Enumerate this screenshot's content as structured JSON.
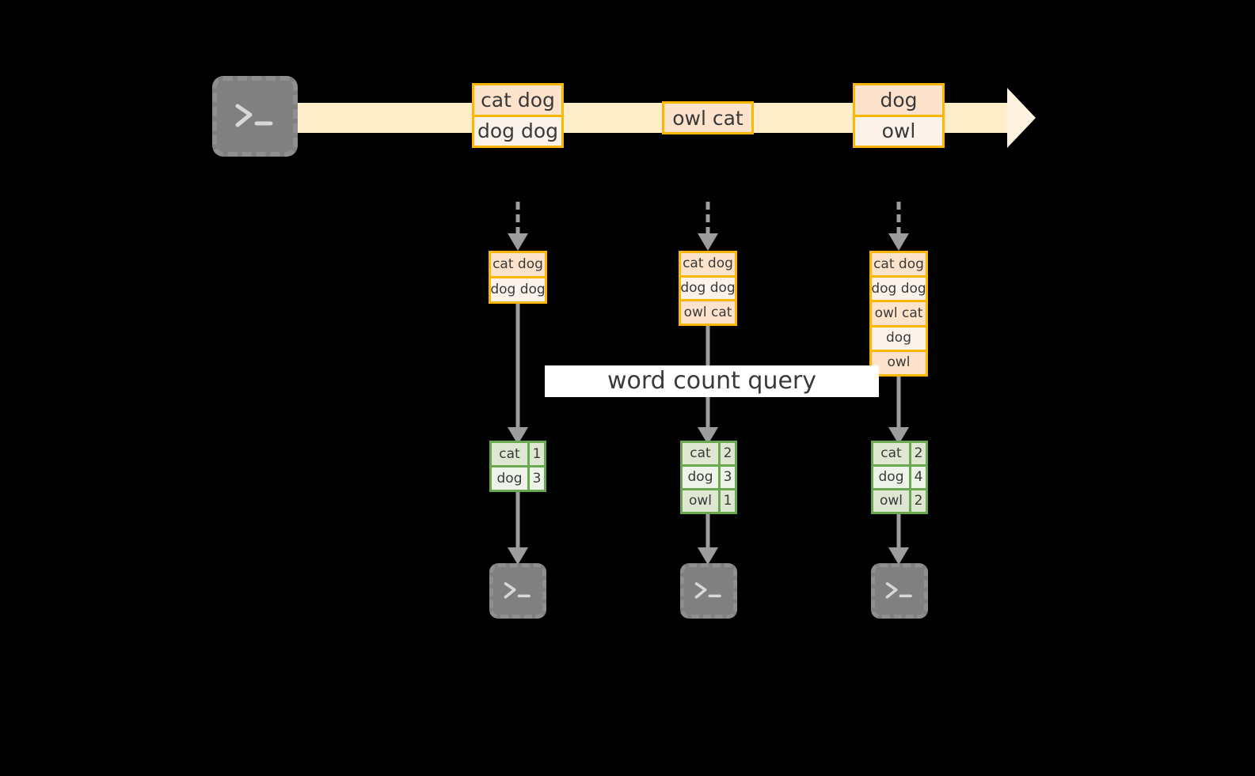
{
  "diagram": {
    "type": "streaming-word-count-flow",
    "source_label": "terminal",
    "query_banner": "word count query",
    "colors": {
      "record_border": "#ffb600",
      "record_fill_dark": "#fde3cb",
      "record_fill_light": "#fdf3ea",
      "stream_band": "#fdeec9",
      "stream_arrow_head": "#fdf3e0",
      "table_border": "#6aa84f",
      "table_fill_dark": "#dde7d2",
      "table_fill_light": "#eef3e9",
      "arrow_gray": "#9d9d9d",
      "terminal_gray": "#808080",
      "background": "#000000",
      "banner_bg": "#ffffff",
      "text": "#3a3a3a"
    }
  },
  "timeline": {
    "events": [
      {
        "id": "t1",
        "lines": [
          "cat dog",
          "dog dog"
        ]
      },
      {
        "id": "t2",
        "lines": [
          "owl cat"
        ]
      },
      {
        "id": "t3",
        "lines": [
          "dog",
          "owl"
        ]
      }
    ]
  },
  "snapshots": [
    {
      "id": "s1",
      "lines": [
        "cat dog",
        "dog dog"
      ]
    },
    {
      "id": "s2",
      "lines": [
        "cat dog",
        "dog dog",
        "owl cat"
      ]
    },
    {
      "id": "s3",
      "lines": [
        "cat dog",
        "dog dog",
        "owl cat",
        "dog",
        "owl"
      ]
    }
  ],
  "results": [
    {
      "id": "r1",
      "rows": [
        {
          "word": "cat",
          "count": "1"
        },
        {
          "word": "dog",
          "count": "3"
        }
      ]
    },
    {
      "id": "r2",
      "rows": [
        {
          "word": "cat",
          "count": "2"
        },
        {
          "word": "dog",
          "count": "3"
        },
        {
          "word": "owl",
          "count": "1"
        }
      ]
    },
    {
      "id": "r3",
      "rows": [
        {
          "word": "cat",
          "count": "2"
        },
        {
          "word": "dog",
          "count": "4"
        },
        {
          "word": "owl",
          "count": "2"
        }
      ]
    }
  ],
  "sinks": [
    {
      "id": "k1",
      "label": "terminal"
    },
    {
      "id": "k2",
      "label": "terminal"
    },
    {
      "id": "k3",
      "label": "terminal"
    }
  ]
}
